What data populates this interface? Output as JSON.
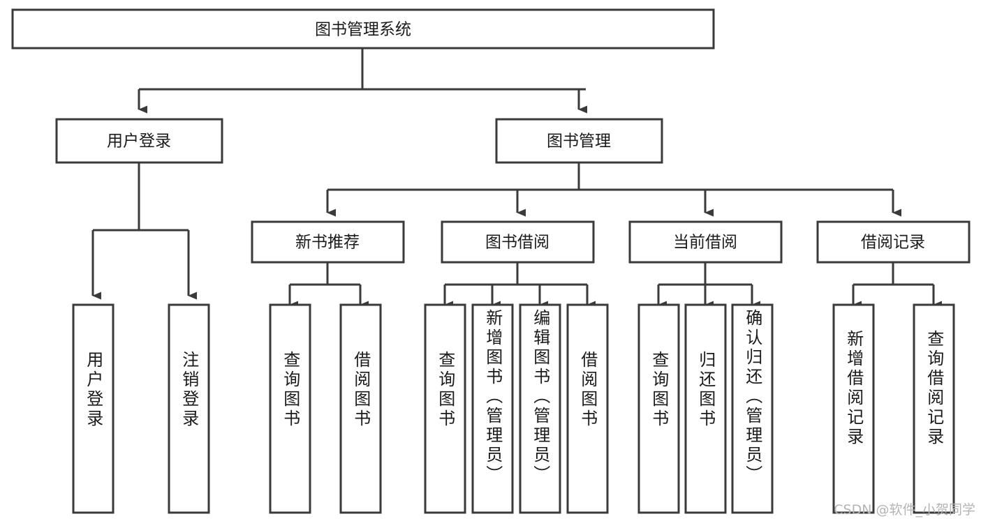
{
  "diagram": {
    "title": "图书管理系统",
    "type": "tree",
    "orientation": "top-down",
    "colors": {
      "box_stroke": "#3a3a3a",
      "box_fill": "#ffffff",
      "connector": "#3a3a3a",
      "text": "#1a1a1a",
      "watermark": "#b4b4b4",
      "background": "#ffffff"
    },
    "root": {
      "label": "图书管理系统",
      "orientation": "horizontal",
      "children": [
        {
          "label": "用户登录",
          "orientation": "horizontal",
          "children": [
            {
              "label": "用户登录",
              "orientation": "vertical",
              "children": []
            },
            {
              "label": "注销登录",
              "orientation": "vertical",
              "children": []
            }
          ]
        },
        {
          "label": "图书管理",
          "orientation": "horizontal",
          "children": [
            {
              "label": "新书推荐",
              "orientation": "horizontal",
              "children": [
                {
                  "label": "查询图书",
                  "orientation": "vertical",
                  "children": []
                },
                {
                  "label": "借阅图书",
                  "orientation": "vertical",
                  "children": []
                }
              ]
            },
            {
              "label": "图书借阅",
              "orientation": "horizontal",
              "children": [
                {
                  "label": "查询图书",
                  "orientation": "vertical",
                  "children": []
                },
                {
                  "label": "新增图书（管理员）",
                  "orientation": "vertical",
                  "children": []
                },
                {
                  "label": "编辑图书（管理员）",
                  "orientation": "vertical",
                  "children": []
                },
                {
                  "label": "借阅图书",
                  "orientation": "vertical",
                  "children": []
                }
              ]
            },
            {
              "label": "当前借阅",
              "orientation": "horizontal",
              "children": [
                {
                  "label": "查询图书",
                  "orientation": "vertical",
                  "children": []
                },
                {
                  "label": "归还图书",
                  "orientation": "vertical",
                  "children": []
                },
                {
                  "label": "确认归还（管理员）",
                  "orientation": "vertical",
                  "children": []
                }
              ]
            },
            {
              "label": "借阅记录",
              "orientation": "horizontal",
              "children": [
                {
                  "label": "新增借阅记录",
                  "orientation": "vertical",
                  "children": []
                },
                {
                  "label": "查询借阅记录",
                  "orientation": "vertical",
                  "children": []
                }
              ]
            }
          ]
        }
      ]
    },
    "nodes": {
      "root": {
        "label": "图书管理系统"
      },
      "l1_0": {
        "label": "用户登录"
      },
      "l1_1": {
        "label": "图书管理"
      },
      "l2_0": {
        "label": "新书推荐"
      },
      "l2_1": {
        "label": "图书借阅"
      },
      "l2_2": {
        "label": "当前借阅"
      },
      "l2_3": {
        "label": "借阅记录"
      },
      "leaf_a0": {
        "label": "用户登录"
      },
      "leaf_a1": {
        "label": "注销登录"
      },
      "leaf_b0": {
        "label": "查询图书"
      },
      "leaf_b1": {
        "label": "借阅图书"
      },
      "leaf_c0": {
        "label": "查询图书"
      },
      "leaf_c1": {
        "label": "新增图书（管理员）"
      },
      "leaf_c2": {
        "label": "编辑图书（管理员）"
      },
      "leaf_c3": {
        "label": "借阅图书"
      },
      "leaf_d0": {
        "label": "查询图书"
      },
      "leaf_d1": {
        "label": "归还图书"
      },
      "leaf_d2": {
        "label": "确认归还（管理员）"
      },
      "leaf_e0": {
        "label": "新增借阅记录"
      },
      "leaf_e1": {
        "label": "查询借阅记录"
      }
    }
  },
  "watermark": {
    "text": "CSDN @软件_小贺同学"
  }
}
